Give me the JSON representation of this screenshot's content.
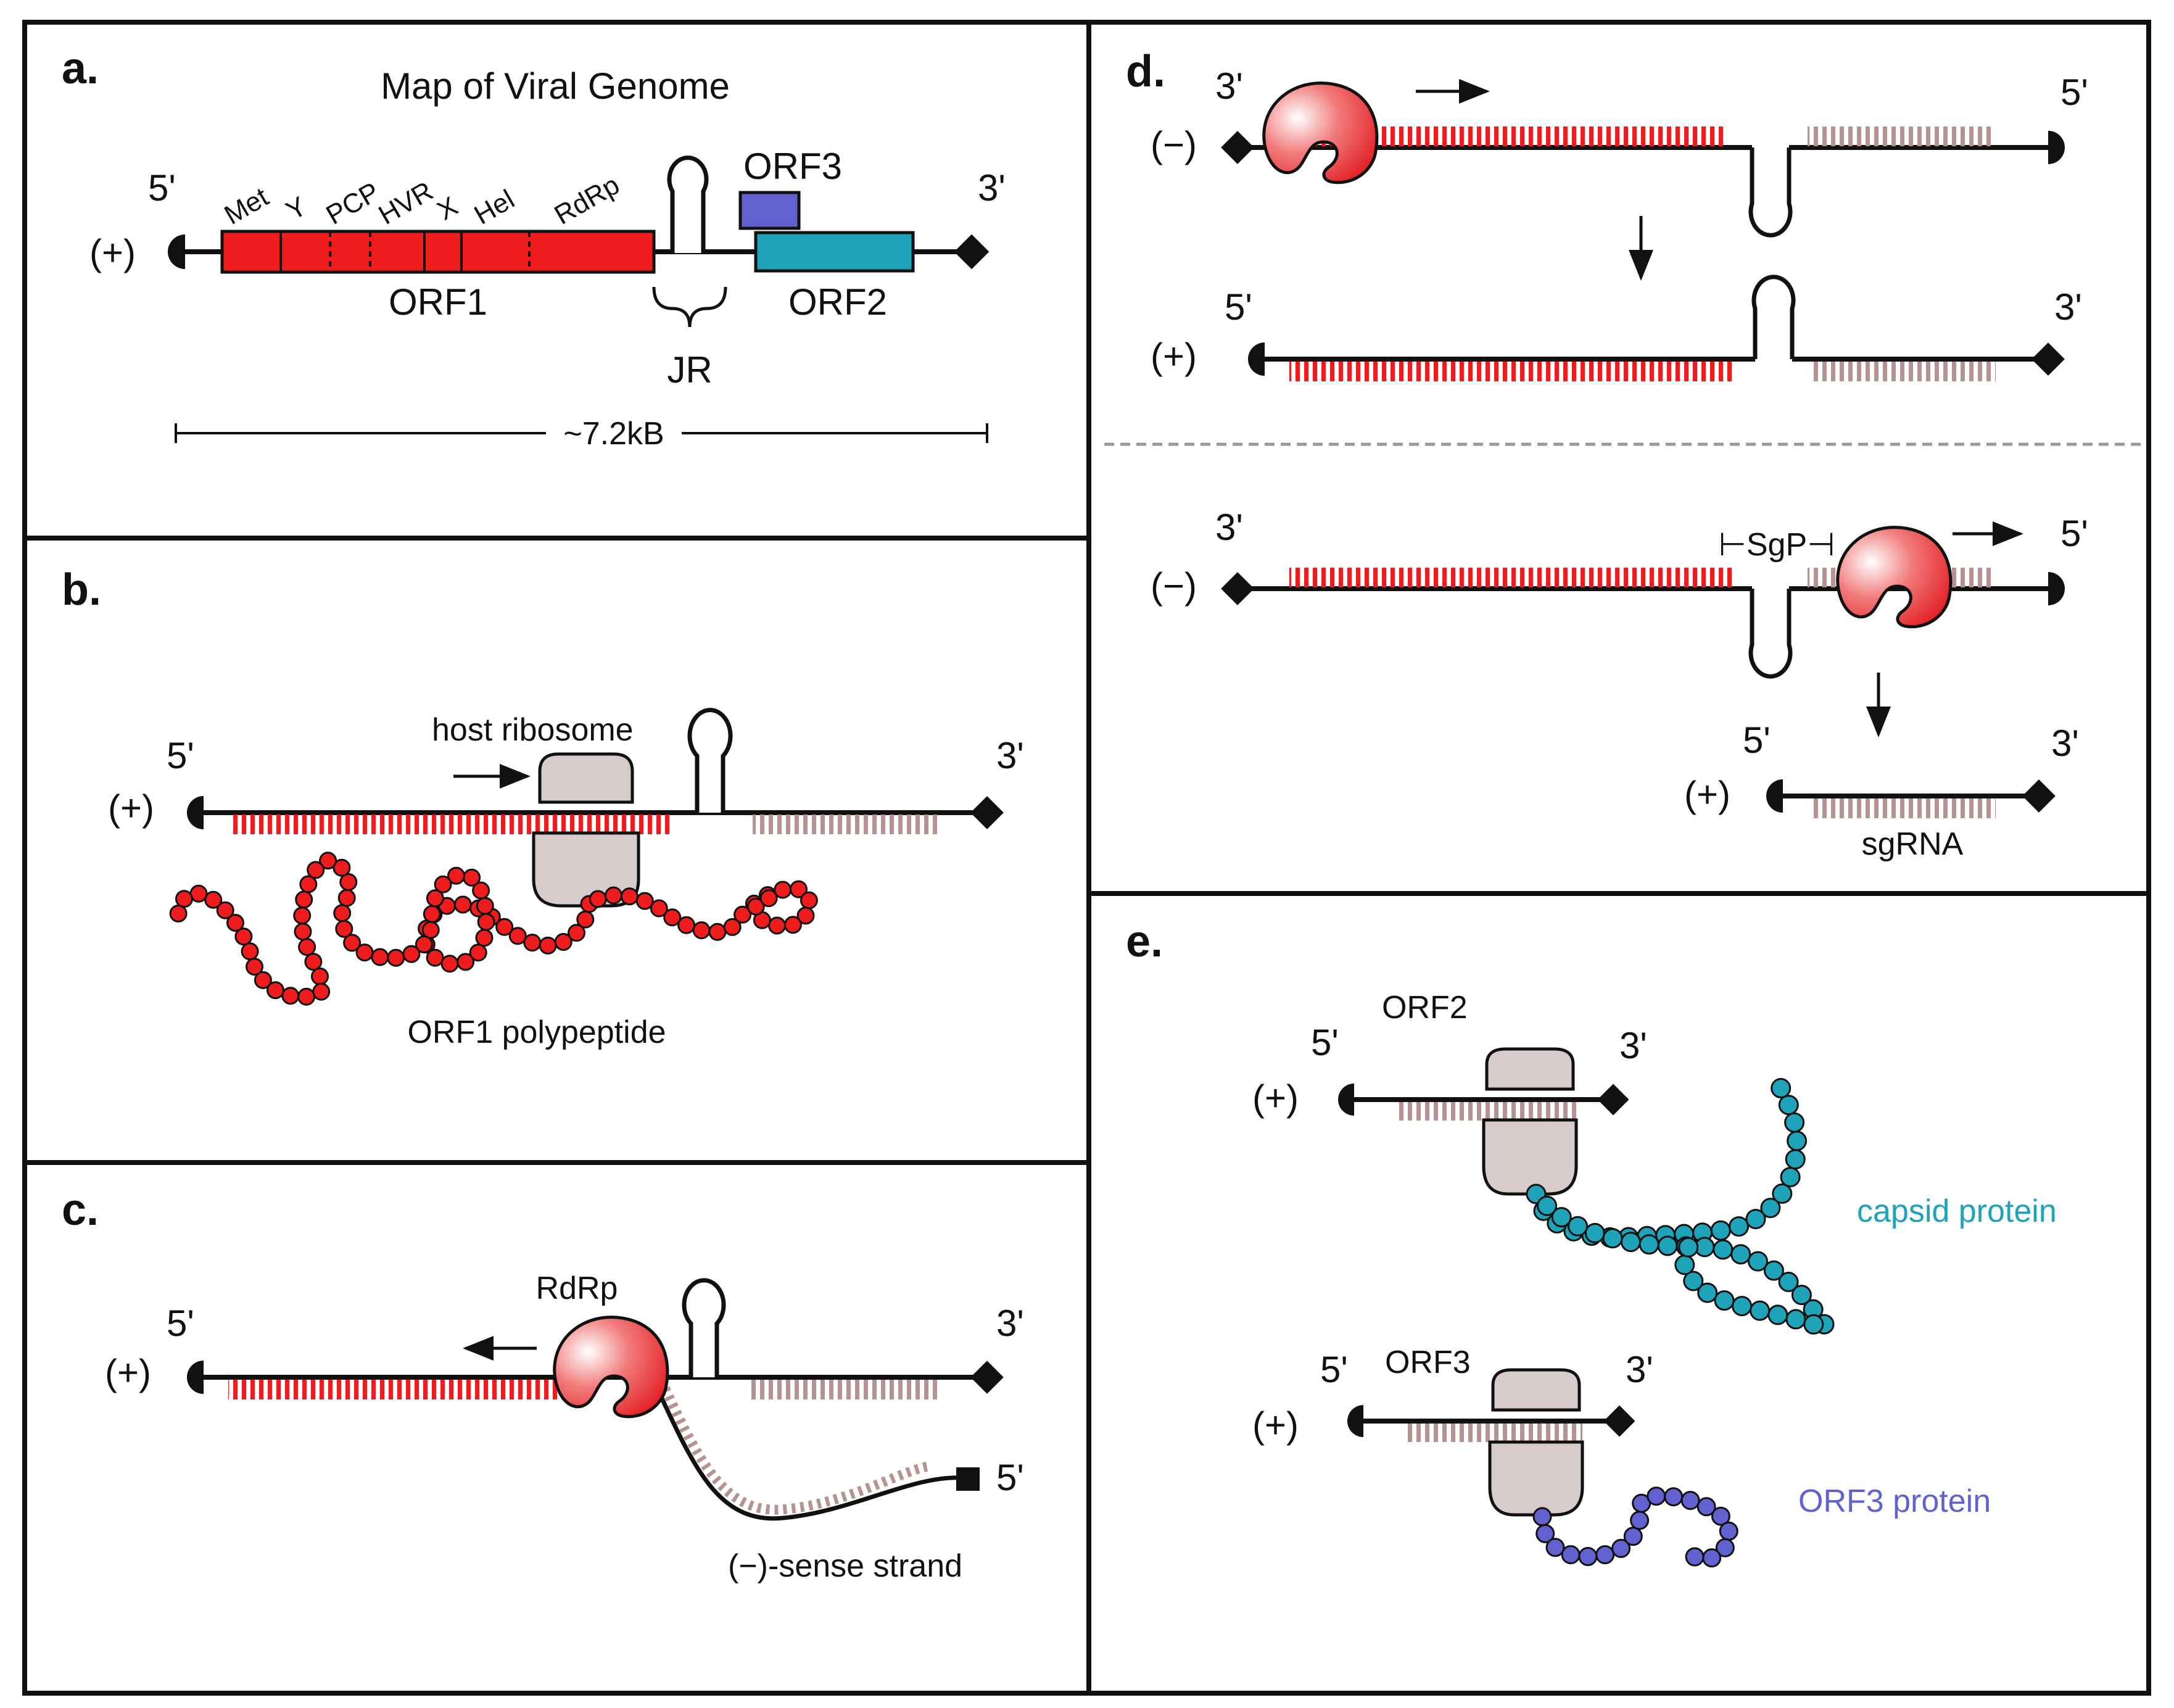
{
  "panels": {
    "a": {
      "letter": "a.",
      "title": "Map of Viral Genome",
      "five_prime": "5'",
      "three_prime": "3'",
      "strand": "(+)",
      "domains": [
        "Met",
        "Y",
        "PCP",
        "HVR",
        "X",
        "Hel",
        "RdRp"
      ],
      "orf1": "ORF1",
      "orf2": "ORF2",
      "orf3": "ORF3",
      "jr": "JR",
      "scale": "~7.2kB"
    },
    "b": {
      "letter": "b.",
      "five_prime": "5'",
      "three_prime": "3'",
      "strand": "(+)",
      "ribosome_label": "host ribosome",
      "product_label": "ORF1 polypeptide"
    },
    "c": {
      "letter": "c.",
      "five_prime": "5'",
      "three_prime": "3'",
      "strand": "(+)",
      "enzyme_label": "RdRp",
      "neg_end": "5'",
      "neg_strand_label": "(−)-sense strand"
    },
    "d": {
      "letter": "d.",
      "row1": {
        "strand": "(−)",
        "left_end": "3'",
        "right_end": "5'"
      },
      "row2": {
        "strand": "(+)",
        "left_end": "5'",
        "right_end": "3'"
      },
      "row3": {
        "strand": "(−)",
        "left_end": "3'",
        "right_end": "5'",
        "promoter": "⊢SgP⊣"
      },
      "row4": {
        "strand": "(+)",
        "left_end": "5'",
        "right_end": "3'",
        "label": "sgRNA"
      }
    },
    "e": {
      "letter": "e.",
      "orf2": {
        "orf": "ORF2",
        "five_prime": "5'",
        "three_prime": "3'",
        "strand": "(+)",
        "product": "capsid protein"
      },
      "orf3": {
        "orf": "ORF3",
        "five_prime": "5'",
        "three_prime": "3'",
        "strand": "(+)",
        "product": "ORF3 protein"
      }
    }
  },
  "colors": {
    "orf1": "#ee1c1c",
    "orf2": "#1fa3b8",
    "orf3": "#6161d0",
    "ribosome": "#d7cbcb",
    "rdrp": "#e8393a",
    "sgrna_bars": "#b39393",
    "divider": "#999999"
  }
}
